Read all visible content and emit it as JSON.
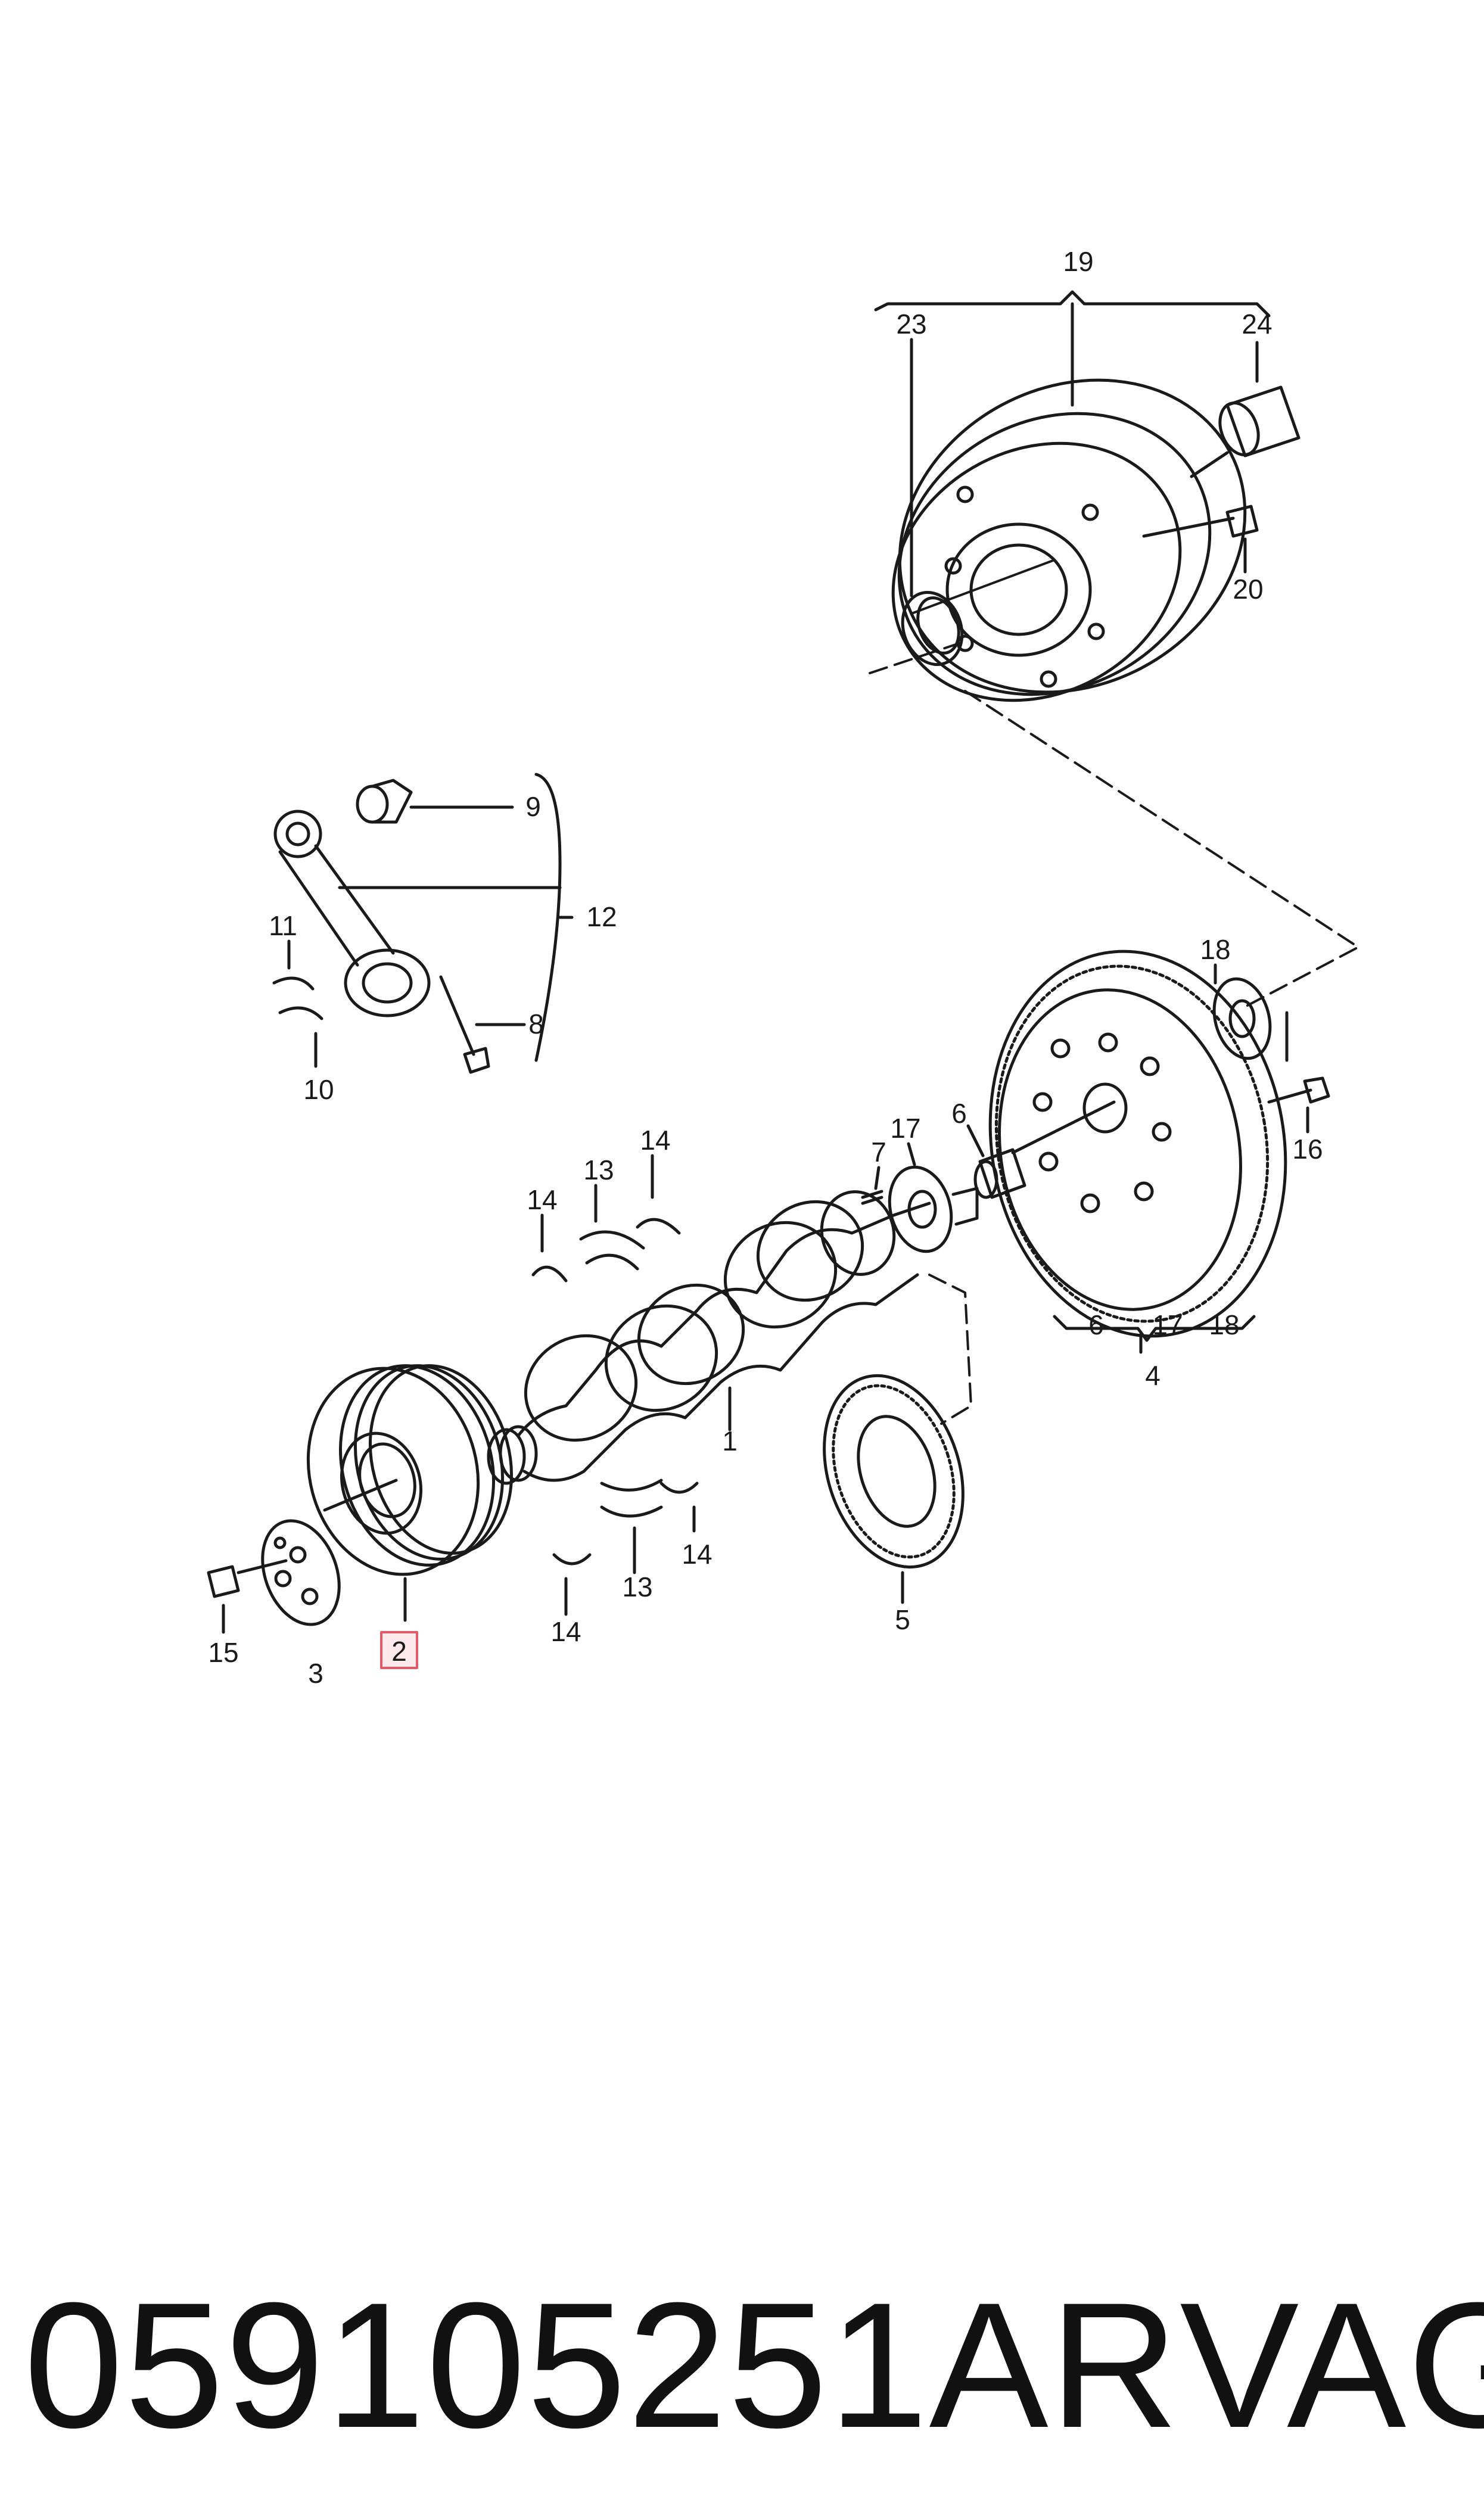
{
  "callouts": {
    "c1": "1",
    "c2": "2",
    "c3": "3",
    "c4": "4",
    "c5": "5",
    "c6a": "6",
    "c6b": "6",
    "c7": "7",
    "c8": "8",
    "c9": "9",
    "c10": "10",
    "c11": "11",
    "c12": "12",
    "c13a": "13",
    "c13b": "13",
    "c14a": "14",
    "c14b": "14",
    "c14c": "14",
    "c14d": "14",
    "c15": "15",
    "c16": "16",
    "c17a": "17",
    "c17b": "17",
    "c18a": "18",
    "c18b": "18",
    "c19": "19",
    "c20": "20",
    "c23": "23",
    "c24": "24"
  },
  "highlight": {
    "callout": "2",
    "color": "#e05a6a"
  },
  "caption": {
    "part_number": "059105251AR",
    "brand": "VAG"
  }
}
